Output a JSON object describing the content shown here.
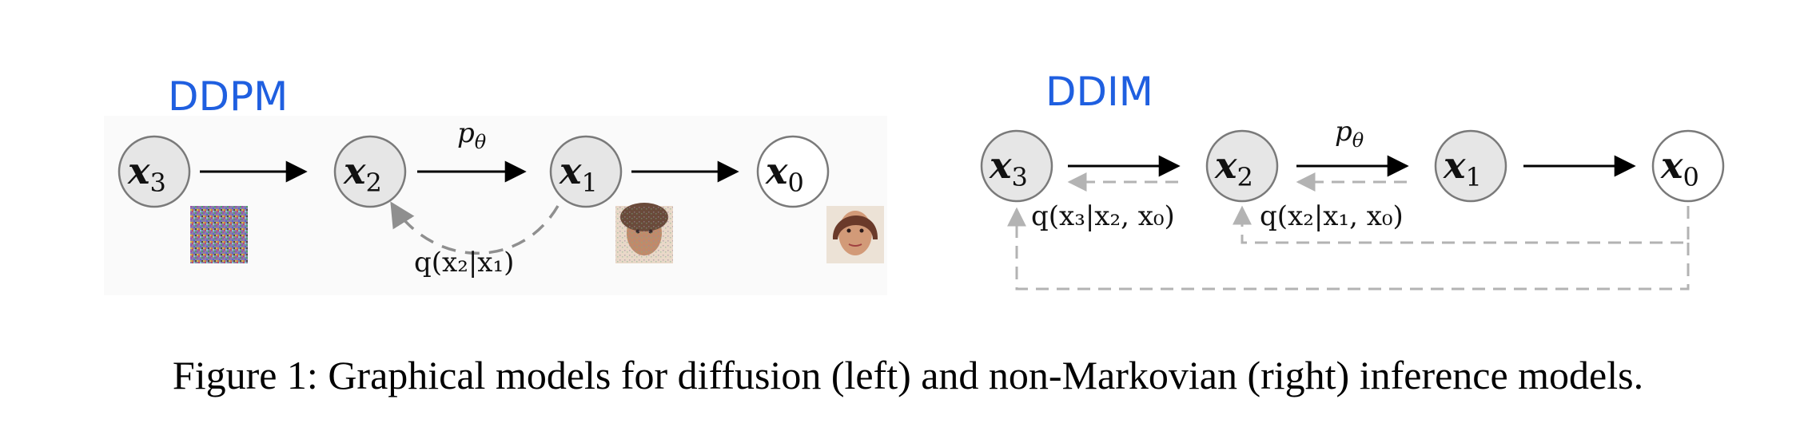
{
  "annotations": {
    "left_handwritten": "DDPM",
    "right_handwritten": "DDIM"
  },
  "ddpm": {
    "nodes": [
      {
        "var": "x",
        "sub": "3"
      },
      {
        "var": "x",
        "sub": "2"
      },
      {
        "var": "x",
        "sub": "1"
      },
      {
        "var": "x",
        "sub": "0"
      }
    ],
    "forward_label": {
      "symbol": "p",
      "sub": "θ"
    },
    "reverse_label": "q(x₂|x₁)"
  },
  "ddim": {
    "nodes": [
      {
        "var": "x",
        "sub": "3"
      },
      {
        "var": "x",
        "sub": "2"
      },
      {
        "var": "x",
        "sub": "1"
      },
      {
        "var": "x",
        "sub": "0"
      }
    ],
    "forward_label": {
      "symbol": "p",
      "sub": "θ"
    },
    "inference_labels": [
      "q(x₃|x₂, x₀)",
      "q(x₂|x₁, x₀)"
    ]
  },
  "images": [
    {
      "name": "noise-image"
    },
    {
      "name": "noisy-face-image"
    },
    {
      "name": "clean-face-image"
    }
  ],
  "caption": "Figure 1: Graphical models for diffusion (left) and non-Markovian (right) inference models."
}
